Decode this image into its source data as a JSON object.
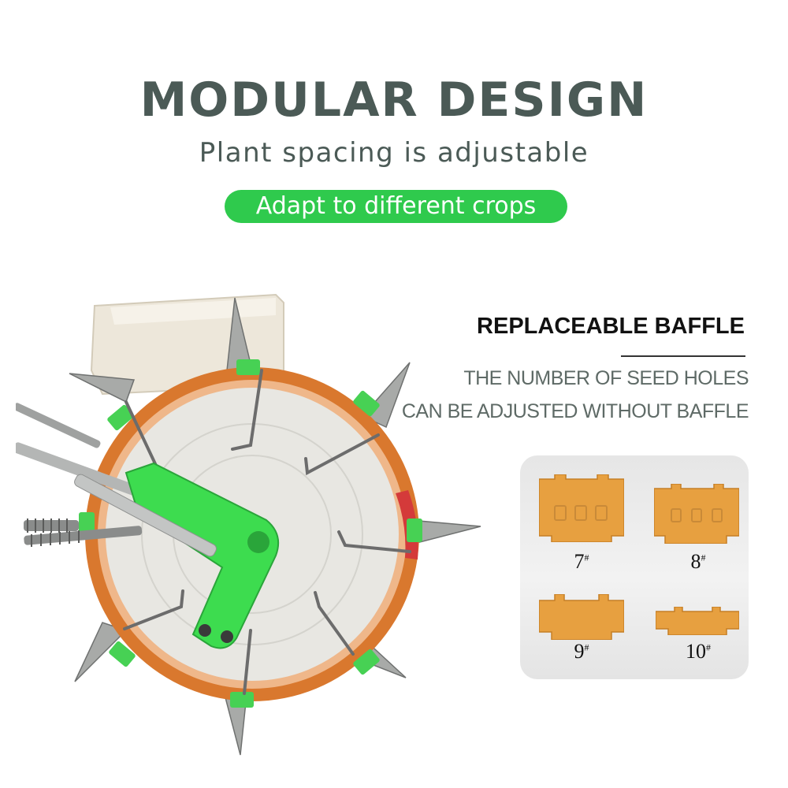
{
  "header": {
    "title": "MODULAR DESIGN",
    "subtitle": "Plant spacing is adjustable",
    "pill_label": "Adapt to different crops"
  },
  "baffle": {
    "title": "REPLACEABLE BAFFLE",
    "desc_line1": "THE NUMBER OF SEED HOLES",
    "desc_line2": "CAN BE ADJUSTED WITHOUT BAFFLE",
    "items": [
      {
        "num": "7",
        "mark": "#"
      },
      {
        "num": "8",
        "mark": "#"
      },
      {
        "num": "9",
        "mark": "#"
      },
      {
        "num": "10",
        "mark": "#"
      }
    ]
  },
  "colors": {
    "title": "#4b5a56",
    "accent_green": "#2fca4d",
    "orange_ring": "#d9782e",
    "baffle_orange": "#e7a040"
  }
}
